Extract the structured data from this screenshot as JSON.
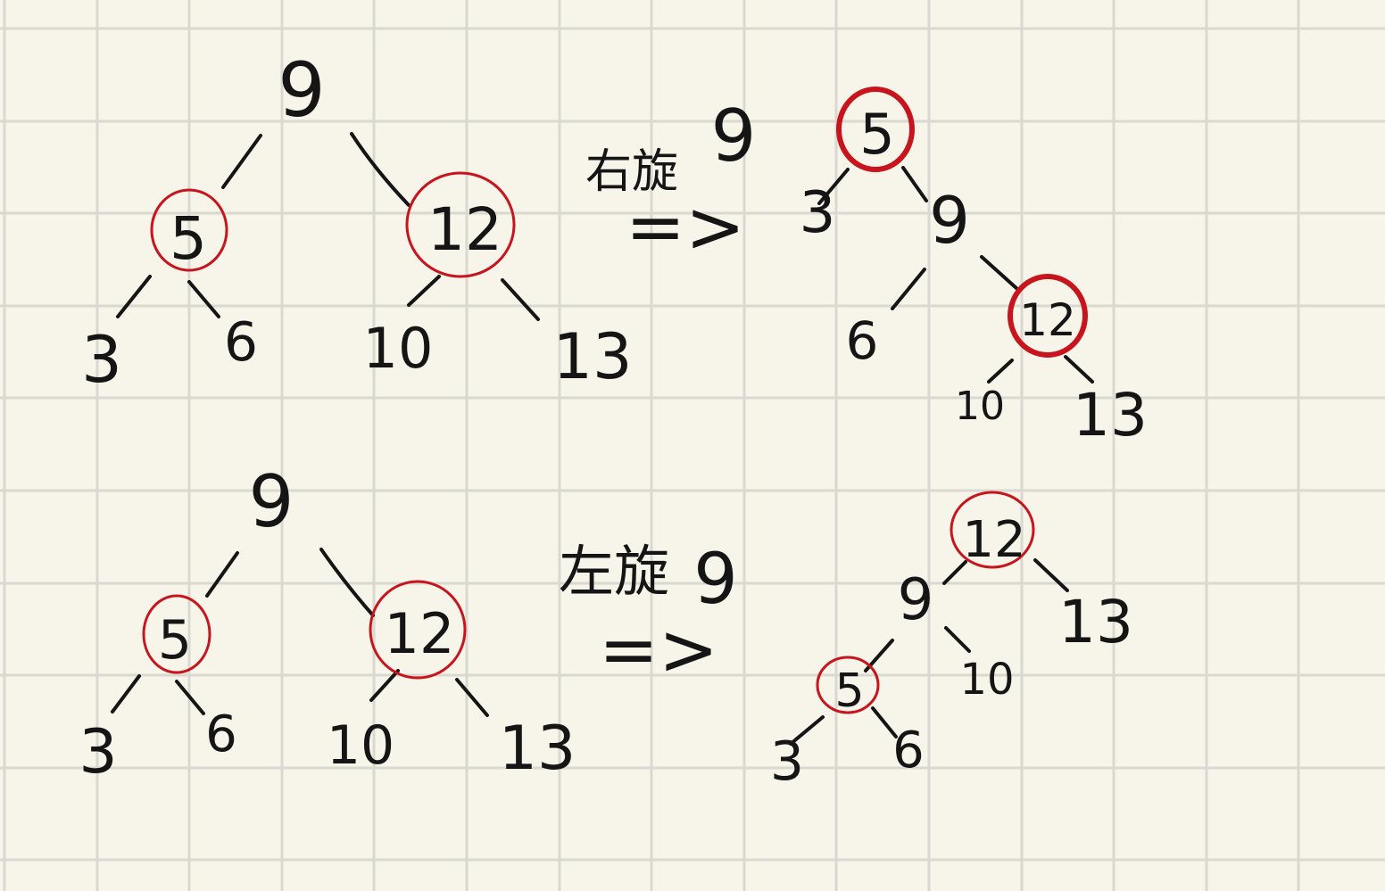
{
  "colors": {
    "paper": "#f7f5ea",
    "grid": "#d9d9d2",
    "ink": "#151515",
    "highlight": "#c8141c"
  },
  "diagrams": [
    {
      "before": {
        "root": "9",
        "left": "5",
        "right": "12",
        "left_left": "3",
        "left_right": "6",
        "right_left": "10",
        "right_right": "13"
      },
      "operation": {
        "label": "右旋",
        "pivot": "9",
        "arrow": "=>"
      },
      "after": {
        "root": "5",
        "left": "3",
        "right": "9",
        "right_left": "6",
        "right_right": "12",
        "right_right_left": "10",
        "right_right_right": "13"
      },
      "highlighted": [
        "5",
        "12"
      ]
    },
    {
      "before": {
        "root": "9",
        "left": "5",
        "right": "12",
        "left_left": "3",
        "left_right": "6",
        "right_left": "10",
        "right_right": "13"
      },
      "operation": {
        "label": "左旋",
        "pivot": "9",
        "arrow": "=>"
      },
      "after": {
        "root": "12",
        "left": "9",
        "right": "13",
        "left_left": "5",
        "left_right": "10",
        "left_left_left": "3",
        "left_left_right": "6"
      },
      "highlighted": [
        "5",
        "12"
      ]
    }
  ]
}
